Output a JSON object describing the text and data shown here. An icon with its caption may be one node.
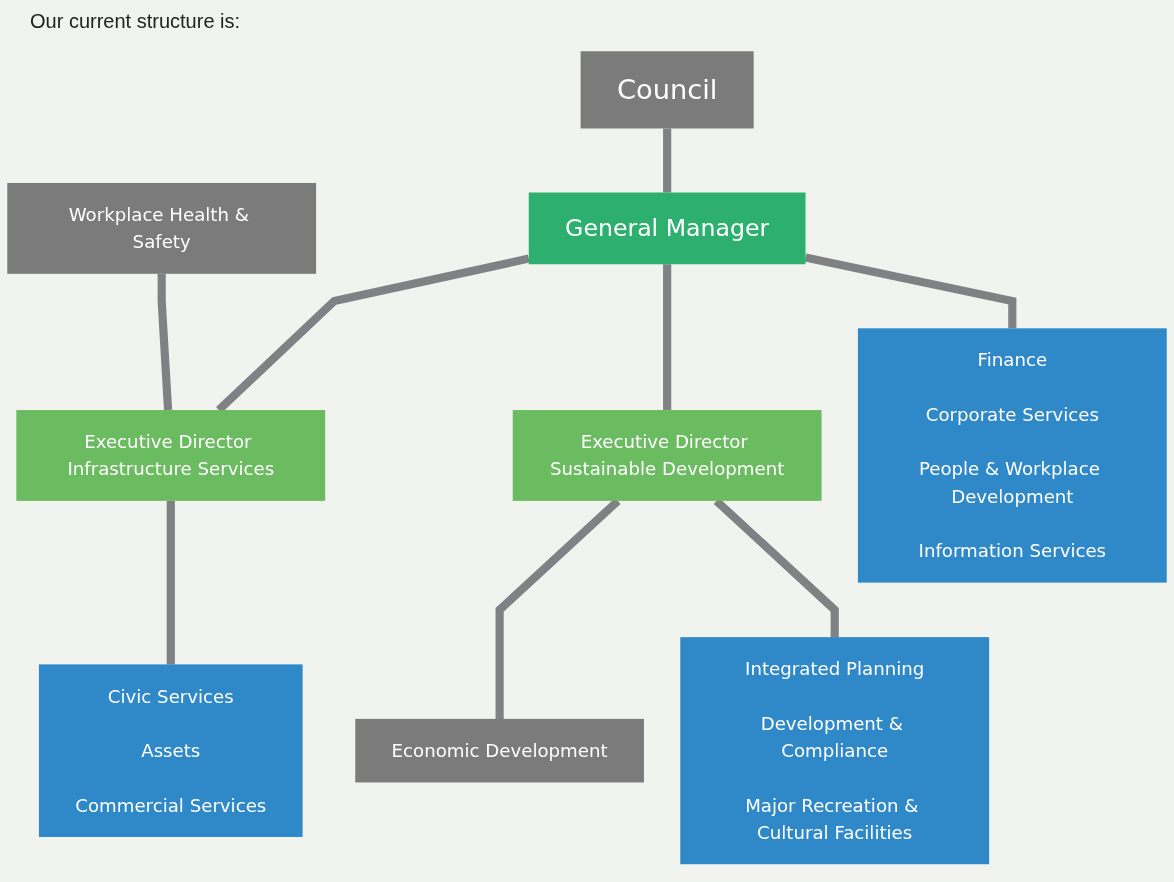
{
  "diagram": {
    "nodes": [
      {
        "text": [
          "Council"
        ]
      },
      {
        "text": [
          "General Manager"
        ]
      },
      {
        "text": [
          "Workplace Health & Safety"
        ]
      },
      {
        "text": [
          "Executive Director Infrastructure Services"
        ]
      },
      {
        "text": [
          "Executive Director Sustainable Development"
        ]
      },
      {
        "text": [
          "Economic Development"
        ]
      },
      {
        "text": [
          "Civic Services",
          "Assets",
          "Commercial Services"
        ]
      },
      {
        "text": [
          "Finance",
          "Corporate Services",
          "People & Workplace Development",
          "Information Services"
        ]
      },
      {
        "text": [
          "Integrated Planning",
          "Development & Compliance",
          "Major Recreation & Cultural Facilities"
        ]
      }
    ],
    "edges": [
      {
        "from": 0,
        "to": 1,
        "arrow": "none"
      },
      {
        "from": 1,
        "to": 3,
        "arrow": "none"
      },
      {
        "from": 1,
        "to": 7,
        "arrow": "none"
      },
      {
        "from": 1,
        "to": 4,
        "arrow": "none"
      },
      {
        "from": 2,
        "to": 3,
        "arrow": "none"
      },
      {
        "from": 4,
        "to": 5,
        "arrow": "none"
      },
      {
        "from": 3,
        "to": 6,
        "arrow": "none"
      },
      {
        "from": 4,
        "to": 8,
        "arrow": "none"
      }
    ],
    "labels": [
      "Our current structure is:"
    ]
  }
}
